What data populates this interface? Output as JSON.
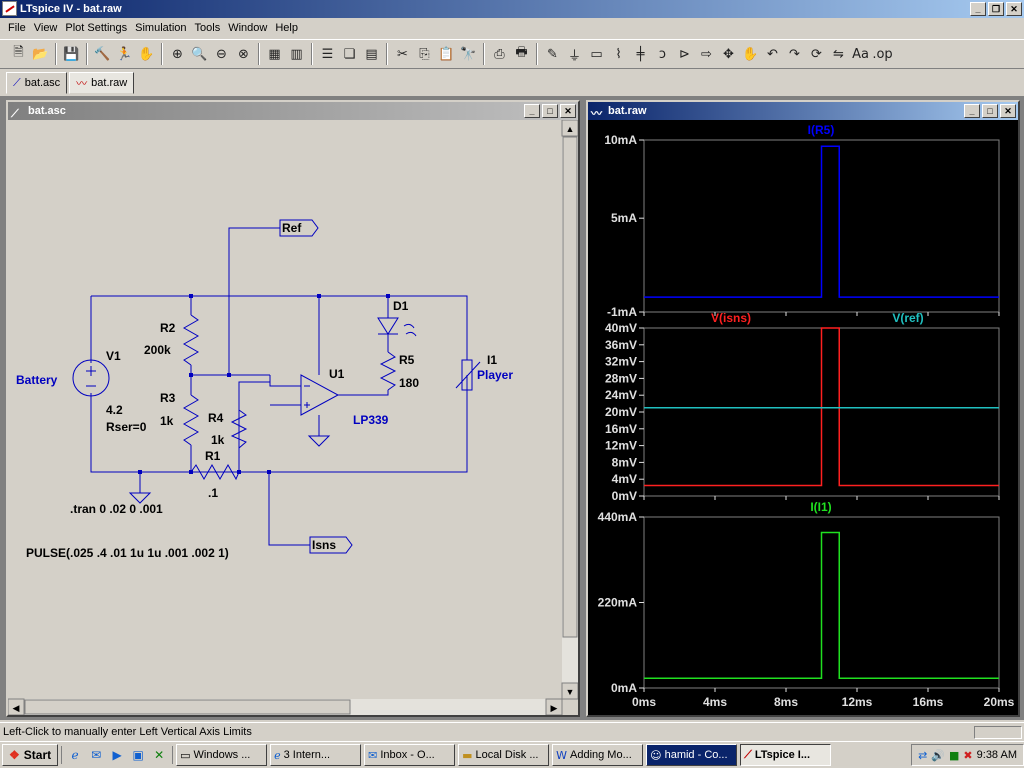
{
  "window": {
    "title": "LTspice IV - bat.raw"
  },
  "menu": [
    "File",
    "View",
    "Plot Settings",
    "Simulation",
    "Tools",
    "Window",
    "Help"
  ],
  "tabs": [
    {
      "label": "bat.asc"
    },
    {
      "label": "bat.raw"
    }
  ],
  "schematic": {
    "title": "bat.asc",
    "labels": {
      "ref": "Ref",
      "isns": "Isns",
      "v1": "V1",
      "battery": "Battery",
      "v1_value": "4.2",
      "v1_rser": "Rser=0",
      "r2": "R2",
      "r2_value": "200k",
      "r3": "R3",
      "r3_value": "1k",
      "r4": "R4",
      "r4_value": "1k",
      "r1": "R1",
      "r1_value": ".1",
      "r5": "R5",
      "r5_value": "180",
      "d1": "D1",
      "u1": "U1",
      "u1_part": "LP339",
      "i1": "I1",
      "player": "Player",
      "tran": ".tran 0 .02 0 .001",
      "pulse": "PULSE(.025 .4 .01 1u 1u .001 .002 1)"
    }
  },
  "waveform": {
    "title": "bat.raw",
    "pane1": {
      "trace": "I(R5)",
      "yticks": [
        "10mA",
        "5mA",
        "-1mA"
      ]
    },
    "pane2": {
      "trace1": "V(isns)",
      "trace2": "V(ref)",
      "yticks": [
        "40mV",
        "36mV",
        "32mV",
        "28mV",
        "24mV",
        "20mV",
        "16mV",
        "12mV",
        "8mV",
        "4mV",
        "0mV"
      ]
    },
    "pane3": {
      "trace": "I(I1)",
      "yticks": [
        "440mA",
        "220mA",
        "0mA"
      ]
    },
    "xticks": [
      "0ms",
      "4ms",
      "8ms",
      "12ms",
      "16ms",
      "20ms"
    ]
  },
  "chart_data": [
    {
      "type": "line",
      "title": "I(R5)",
      "x_unit": "ms",
      "y_unit": "mA",
      "xlim": [
        0,
        20
      ],
      "ylim": [
        -1,
        10
      ],
      "series": [
        {
          "name": "I(R5)",
          "color": "#0000ff",
          "x": [
            0,
            10,
            10,
            11,
            11,
            20
          ],
          "y": [
            -0.05,
            -0.05,
            9.6,
            9.6,
            -0.05,
            -0.05
          ]
        }
      ]
    },
    {
      "type": "line",
      "x_unit": "ms",
      "y_unit": "mV",
      "xlim": [
        0,
        20
      ],
      "ylim": [
        0,
        40
      ],
      "series": [
        {
          "name": "V(isns)",
          "color": "#ff2020",
          "x": [
            0,
            10,
            10,
            11,
            11,
            20
          ],
          "y": [
            2.5,
            2.5,
            40,
            40,
            2.5,
            2.5
          ]
        },
        {
          "name": "V(ref)",
          "color": "#20c0c0",
          "x": [
            0,
            20
          ],
          "y": [
            21,
            21
          ]
        }
      ]
    },
    {
      "type": "line",
      "title": "I(I1)",
      "x_unit": "ms",
      "y_unit": "mA",
      "xlim": [
        0,
        20
      ],
      "ylim": [
        0,
        440
      ],
      "series": [
        {
          "name": "I(I1)",
          "color": "#20e020",
          "x": [
            0,
            10,
            10,
            11,
            11,
            20
          ],
          "y": [
            25,
            25,
            400,
            400,
            25,
            25
          ]
        }
      ]
    }
  ],
  "status": {
    "text": "Left-Click to manually enter Left Vertical Axis Limits"
  },
  "taskbar": {
    "start": "Start",
    "tasks": [
      "Windows ...",
      "3 Intern...",
      "Inbox - O...",
      "Local Disk ...",
      "Adding Mo...",
      "hamid - Co...",
      "LTspice I..."
    ],
    "clock": "9:38 AM"
  },
  "colors": {
    "wire": "#0000c0",
    "pin": "#0000c0",
    "plot_bg": "#000000",
    "grid": "#808080"
  }
}
